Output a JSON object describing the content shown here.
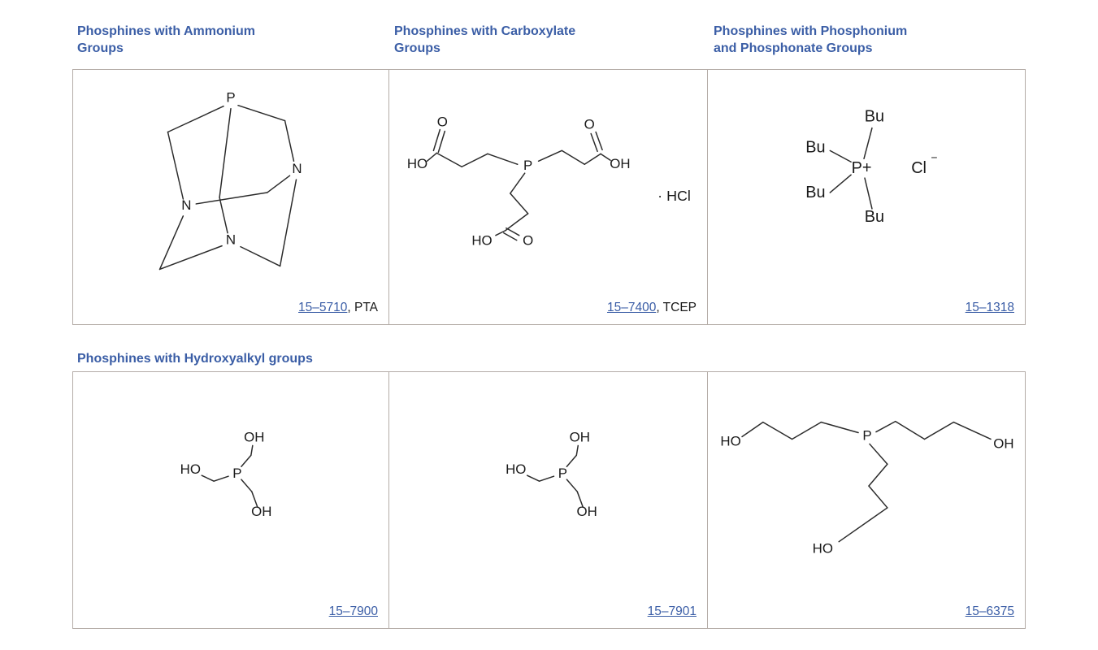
{
  "theme": {
    "background": "#ffffff",
    "accent_blue": "#3b5ea6",
    "link_blue": "#3a5da6",
    "box_border": "#b4aca7",
    "structure_line": "#2b2b2b"
  },
  "headers": {
    "ammonium": [
      "Phosphines with Ammonium",
      "Groups"
    ],
    "carboxylate": [
      "Phosphines with Carboxylate",
      "Groups"
    ],
    "phosphonium": [
      "Phosphines with Phosphonium",
      "and Phosphonate Groups"
    ],
    "hydroxyalkyl": [
      "Phosphines with Hydroxyalkyl groups"
    ]
  },
  "cells": {
    "pta": {
      "catalog": "15–5710",
      "suffix": ", PTA"
    },
    "tcep": {
      "catalog": "15–7400",
      "suffix": ", TCEP"
    },
    "tbp": {
      "catalog": "15–1318",
      "suffix": ""
    },
    "thmp1": {
      "catalog": "15–7900",
      "suffix": ""
    },
    "thmp2": {
      "catalog": "15–7901",
      "suffix": ""
    },
    "thpp": {
      "catalog": "15–6375",
      "suffix": ""
    }
  },
  "atoms": {
    "pta": {
      "p": "P",
      "n_right": "N",
      "n_left": "N",
      "n_bottom": "N"
    },
    "tcep": {
      "o_left": "O",
      "o_right": "O",
      "ho_left": "HO",
      "p": "P",
      "oh_right": "OH",
      "ho_bottom": "HO",
      "o_bottom": "O",
      "salt": "· HCl"
    },
    "tbp": {
      "bu_top": "Bu",
      "bu_upper_left": "Bu",
      "bu_lower_left": "Bu",
      "bu_bottom": "Bu",
      "p": "P+",
      "cl": "Cl",
      "charge": "−"
    },
    "thmp": {
      "oh_top": "OH",
      "ho_left": "HO",
      "p": "P",
      "oh_bottom": "OH"
    },
    "thpp": {
      "ho_left": "HO",
      "p": "P",
      "oh_right": "OH",
      "ho_bottom": "HO"
    }
  }
}
